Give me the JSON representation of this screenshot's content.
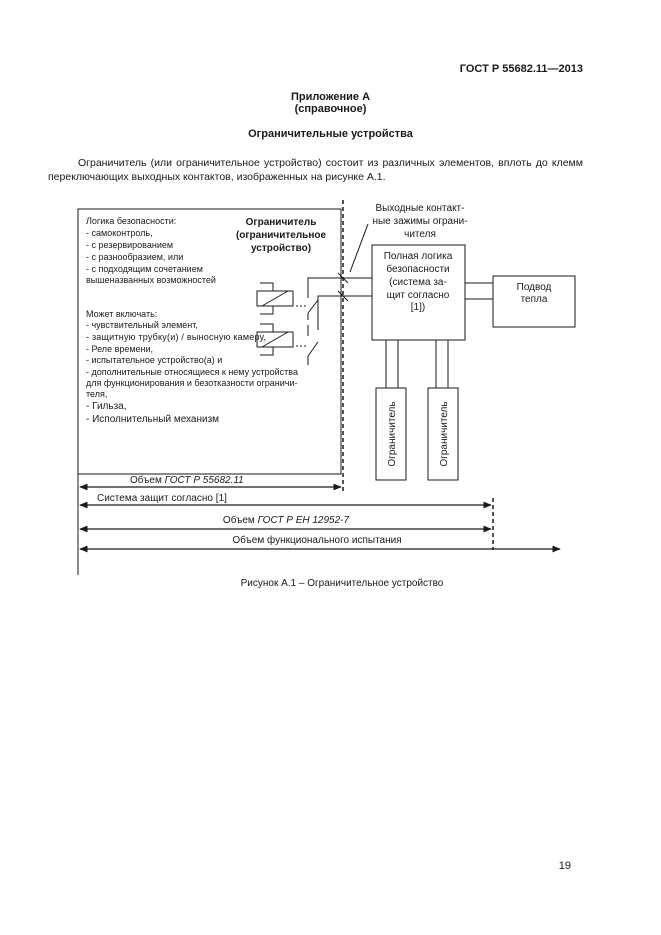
{
  "header": {
    "doc_code": "ГОСТ Р 55682.11—2013"
  },
  "appendix": {
    "title": "Приложение А",
    "subtitle": "(справочное)",
    "heading": "Ограничительные устройства"
  },
  "intro": {
    "text": "Ограничитель (или ограничительное устройство) состоит из различных элементов, вплоть до клемм переключающих выходных контактов, изображенных на рисунке А.1."
  },
  "figure": {
    "logic_title": "Логика безопасности:",
    "logic_items": [
      "- самоконтроль,",
      "- с резервированием",
      "- с разнообразием, или",
      "- с подходящим сочетанием",
      "вышеназванных возможностей"
    ],
    "limiter_title": [
      "Ограничитель",
      "(ограничительное",
      "устройство)"
    ],
    "may_include_title": "Может включать:",
    "may_include_items": [
      "- чувствительный элемент,",
      "- защитную трубку(и) / выносную камеру,",
      "- Реле времени,",
      "- испытательное устройство(а) и",
      "- дополнительные относящиеся к нему устройства",
      "для функционирования и безотказности ограничи-",
      "теля,"
    ],
    "may_include_big_items": [
      "- Гильза,",
      "- Исполнительный механизм"
    ],
    "output_contacts": [
      "Выходные контакт-",
      "ные зажимы ограни-",
      "чителя"
    ],
    "full_logic": [
      "Полная логика",
      "безопасности",
      "(система за-",
      "щит согласно",
      "[1])"
    ],
    "heat_supply": [
      "Подвод",
      "тепла"
    ],
    "limiter_vertical": "Ограничитель",
    "scope_1_prefix": "Объем",
    "scope_1_ref": "ГОСТ Р 55682.11",
    "scope_2": "Система защит согласно [1]",
    "scope_3_prefix": "Объем",
    "scope_3_ref": "ГОСТ Р ЕН 12952-7",
    "scope_4": "Объем функционального испытания",
    "caption": "Рисунок А.1 – Ограничительное устройство"
  },
  "page_number": "19"
}
